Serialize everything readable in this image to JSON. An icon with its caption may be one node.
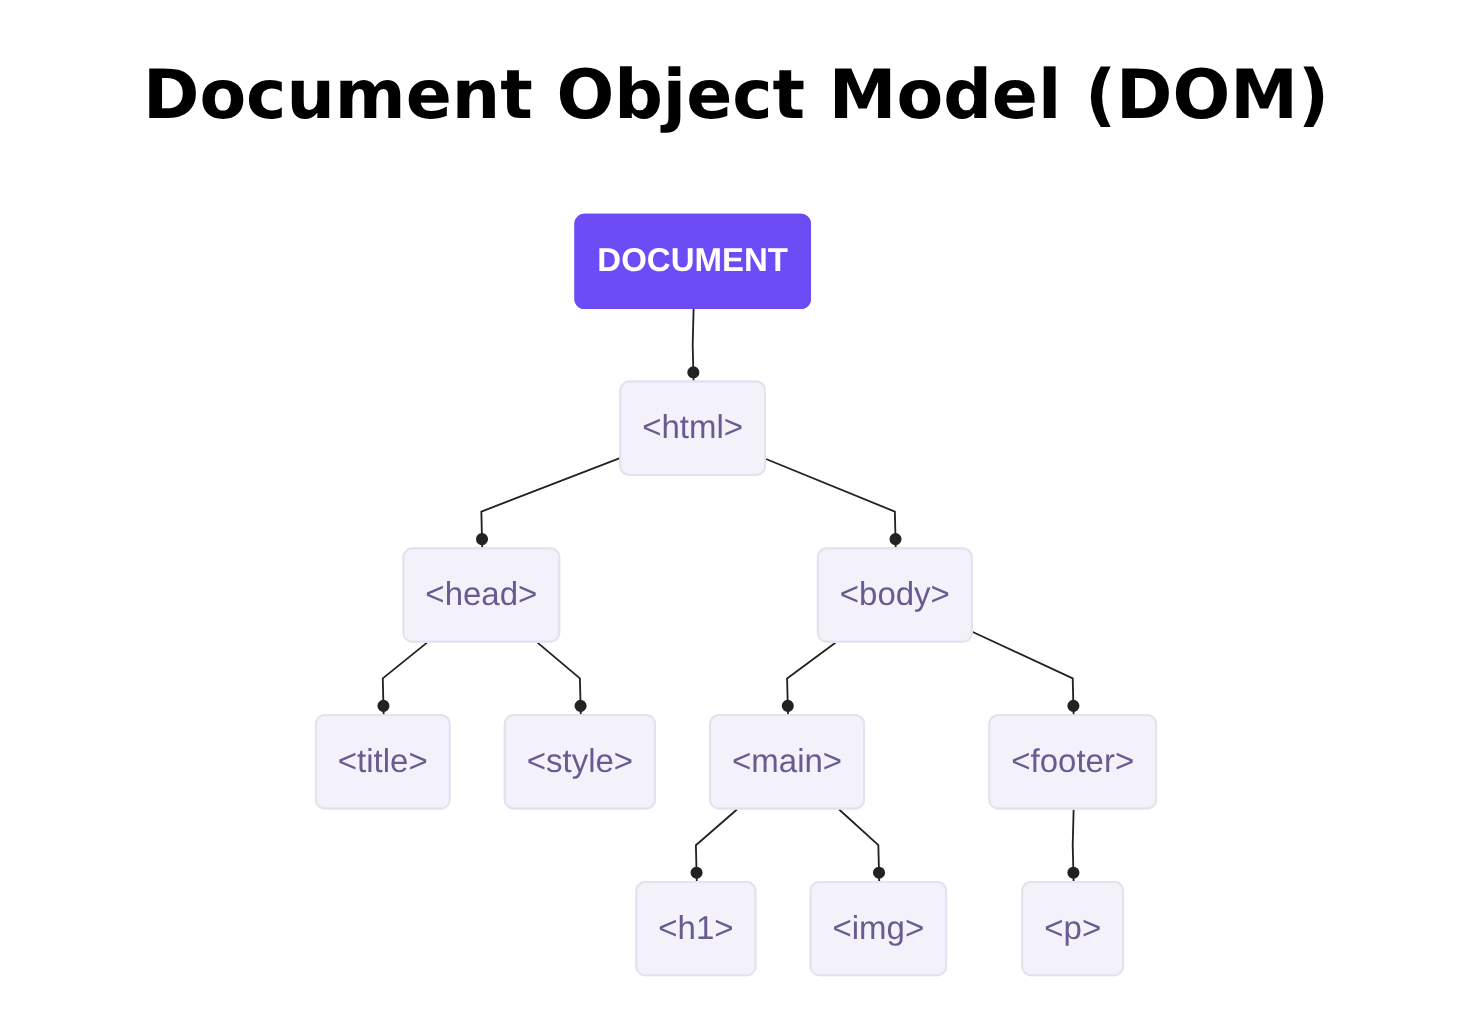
{
  "diagram": {
    "title": "Document Object Model (DOM)",
    "nodes": [
      {
        "text": [
          "DOCUMENT"
        ]
      },
      {
        "text": [
          "<html>"
        ]
      },
      {
        "text": [
          "<head>"
        ]
      },
      {
        "text": [
          "<body>"
        ]
      },
      {
        "text": [
          "<title>"
        ]
      },
      {
        "text": [
          "<style>"
        ]
      },
      {
        "text": [
          "<main>"
        ]
      },
      {
        "text": [
          "<footer>"
        ]
      },
      {
        "text": [
          "<h1>"
        ]
      },
      {
        "text": [
          "<img>"
        ]
      },
      {
        "text": [
          "<p>"
        ]
      }
    ],
    "edges": [
      {
        "from": 0,
        "to": 1,
        "arrow": "other"
      },
      {
        "from": 1,
        "to": 2,
        "arrow": "other"
      },
      {
        "from": 1,
        "to": 3,
        "arrow": "other"
      },
      {
        "from": 2,
        "to": 4,
        "arrow": "other"
      },
      {
        "from": 2,
        "to": 5,
        "arrow": "other"
      },
      {
        "from": 3,
        "to": 6,
        "arrow": "other"
      },
      {
        "from": 3,
        "to": 7,
        "arrow": "other"
      },
      {
        "from": 6,
        "to": 8,
        "arrow": "other"
      },
      {
        "from": 6,
        "to": 9,
        "arrow": "other"
      },
      {
        "from": 7,
        "to": 10,
        "arrow": "other"
      }
    ]
  }
}
